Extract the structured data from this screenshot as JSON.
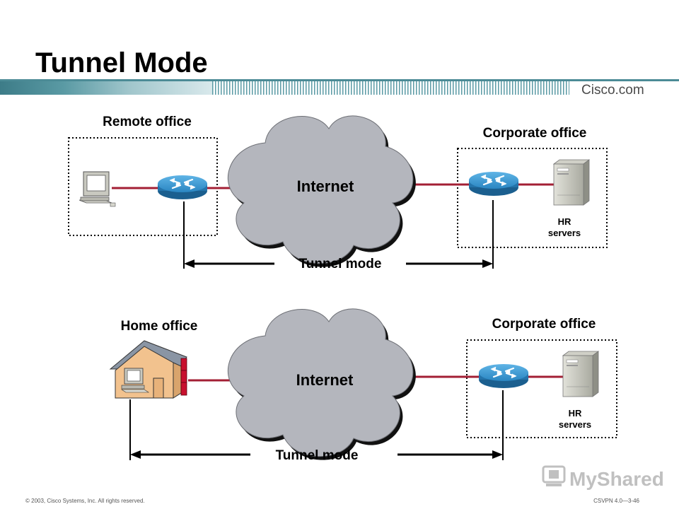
{
  "slide": {
    "title": "Tunnel Mode",
    "brand": "Cisco.com",
    "watermark": "MyShared",
    "footer_left": "© 2003, Cisco Systems, Inc. All rights reserved.",
    "footer_right": "CSVPN 4.0—3-46"
  },
  "top_scenario": {
    "site_label": "Remote office",
    "cloud_label": "Internet",
    "corp_label": "Corporate office",
    "server_label_line1": "HR",
    "server_label_line2": "servers",
    "tunnel_label": "Tunnel mode"
  },
  "bottom_scenario": {
    "site_label": "Home office",
    "cloud_label": "Internet",
    "corp_label": "Corporate office",
    "server_label_line1": "HR",
    "server_label_line2": "servers",
    "tunnel_label": "Tunnel mode"
  },
  "colors": {
    "title_bar": "#4c8b96",
    "cable": "#a31f34",
    "cloud": "#b4b6bd",
    "router": "#2c8ac4",
    "house": "#f2c28e"
  },
  "icons": [
    "workstation-icon",
    "router-icon",
    "cloud-icon",
    "server-icon",
    "house-icon",
    "firewall-icon",
    "cisco-logo-icon",
    "watermark-icon"
  ]
}
